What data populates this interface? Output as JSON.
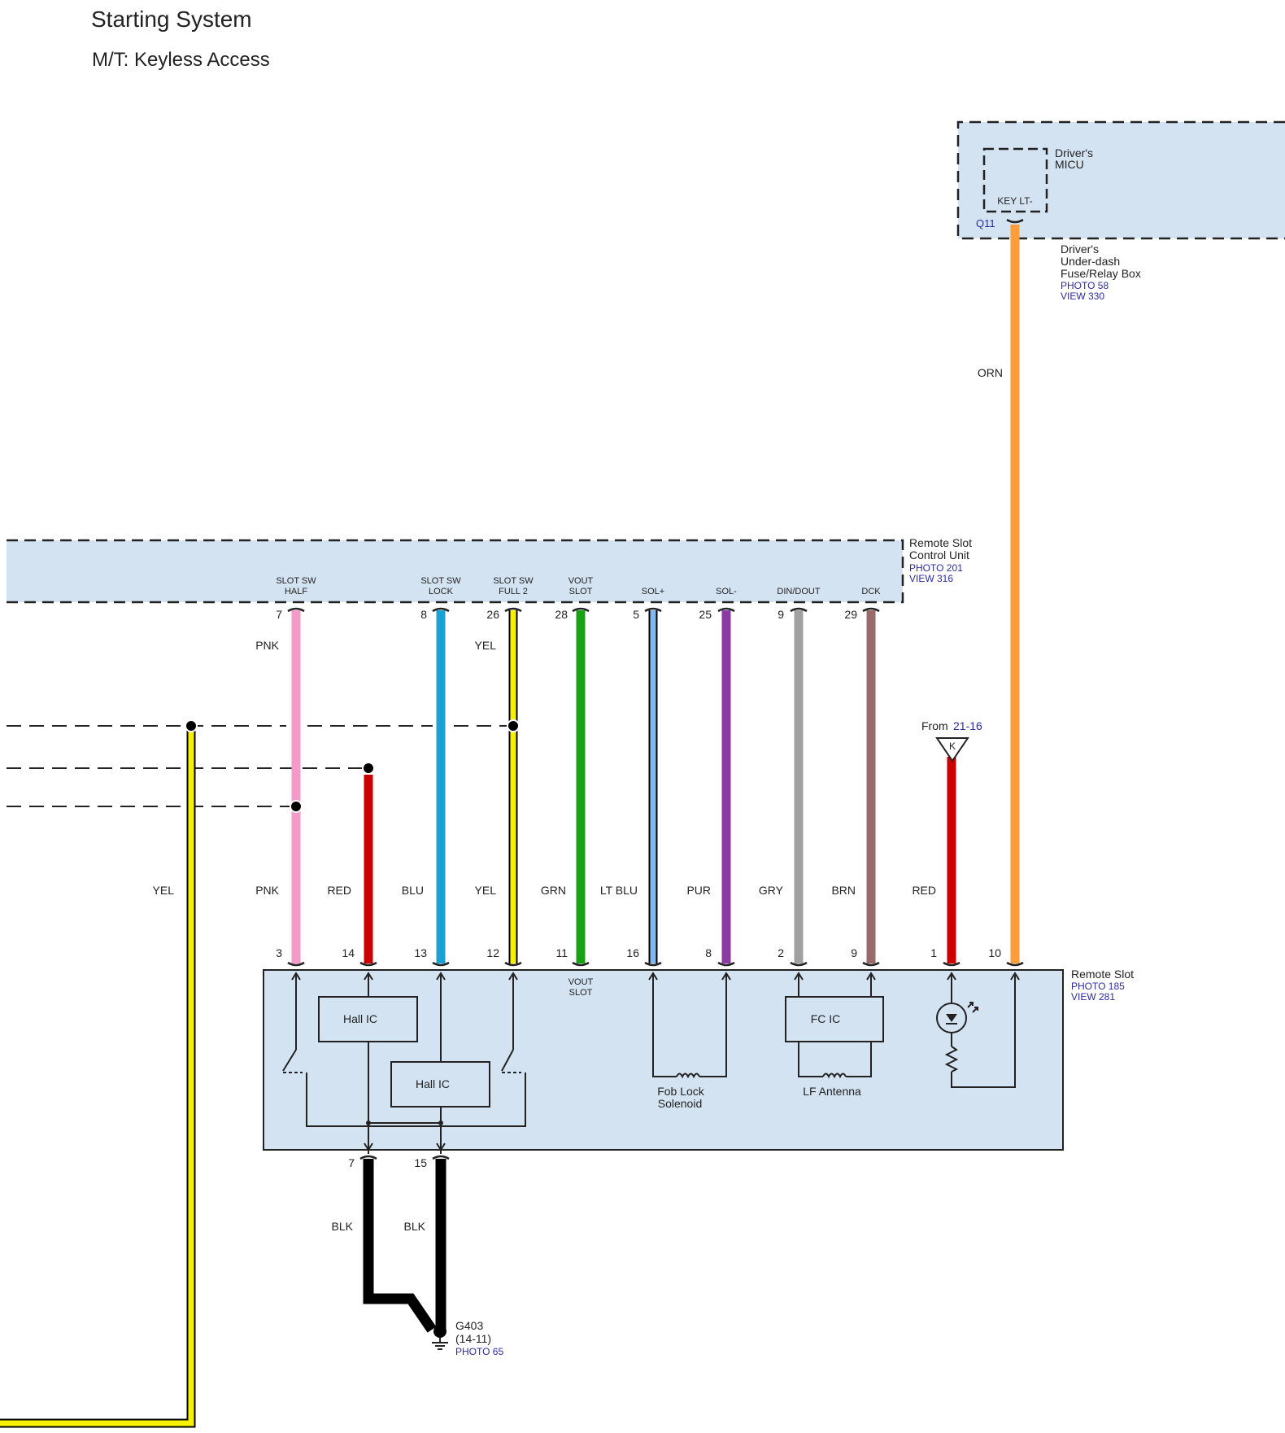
{
  "header": {
    "title": "Starting System",
    "subtitle": "M/T: Keyless Access"
  },
  "micu": {
    "name_line1": "Driver's",
    "name_line2": "MICU",
    "pin_label": "KEY LT-",
    "connector": "Q11"
  },
  "fuse_box": {
    "line1": "Driver's",
    "line2": "Under-dash",
    "line3": "Fuse/Relay Box",
    "photo": "PHOTO 58",
    "view": "VIEW 330"
  },
  "rscu": {
    "line1": "Remote Slot",
    "line2": "Control Unit",
    "photo": "PHOTO 201",
    "view": "VIEW 316"
  },
  "remote_slot": {
    "name": "Remote Slot",
    "photo": "PHOTO 185",
    "view": "VIEW 281",
    "vout_line1": "VOUT",
    "vout_line2": "SLOT"
  },
  "components": {
    "hall_ic_1": "Hall IC",
    "hall_ic_2": "Hall IC",
    "fc_ic": "FC IC",
    "fob_lock_line1": "Fob Lock",
    "fob_lock_line2": "Solenoid",
    "lf_antenna": "LF Antenna"
  },
  "ground": {
    "name": "G403",
    "ref": "(14-11)",
    "photo": "PHOTO 65",
    "pin_a": "7",
    "pin_b": "15",
    "wire_a": "BLK",
    "wire_b": "BLK"
  },
  "from_ref": {
    "prefix": "From",
    "page": "21-16",
    "letter": "K"
  },
  "pins": {
    "half": {
      "label1": "SLOT SW",
      "label2": "HALF",
      "top_pin": "7",
      "bottom_pin": "3",
      "top_color": "PNK",
      "bottom_color": "PNK"
    },
    "red14": {
      "bottom_pin": "14",
      "bottom_color": "RED"
    },
    "lock": {
      "label1": "SLOT SW",
      "label2": "LOCK",
      "top_pin": "8",
      "bottom_pin": "13",
      "bottom_color": "BLU"
    },
    "full2": {
      "label1": "SLOT SW",
      "label2": "FULL 2",
      "top_pin": "26",
      "bottom_pin": "12",
      "top_color": "YEL",
      "bottom_color": "YEL"
    },
    "vout": {
      "label1": "VOUT",
      "label2": "SLOT",
      "top_pin": "28",
      "bottom_pin": "11",
      "bottom_color": "GRN"
    },
    "solp": {
      "label1": "SOL+",
      "top_pin": "5",
      "bottom_pin": "16",
      "bottom_color": "LT BLU"
    },
    "soln": {
      "label1": "SOL-",
      "top_pin": "25",
      "bottom_pin": "8",
      "bottom_color": "PUR"
    },
    "din": {
      "label1": "DIN/DOUT",
      "top_pin": "9",
      "bottom_pin": "2",
      "bottom_color": "GRY"
    },
    "dck": {
      "label1": "DCK",
      "top_pin": "29",
      "bottom_pin": "9",
      "bottom_color": "BRN"
    },
    "red1": {
      "bottom_pin": "1",
      "bottom_color": "RED"
    },
    "orn": {
      "bottom_pin": "10",
      "mid_color": "ORN"
    }
  },
  "left_wire_color": "YEL",
  "wire_colors": {
    "pink": "#f49ac8",
    "red": "#cc0000",
    "blue": "#1aa0d2",
    "yellow": "#f7f100",
    "green": "#1aa014",
    "ltblue": "#7fb7ef",
    "purple": "#8a3aa0",
    "gray": "#a0a0a0",
    "brown": "#9a6a68",
    "orange": "#fb9d3a",
    "black": "#000000",
    "box_fill": "#d4e3f2"
  }
}
